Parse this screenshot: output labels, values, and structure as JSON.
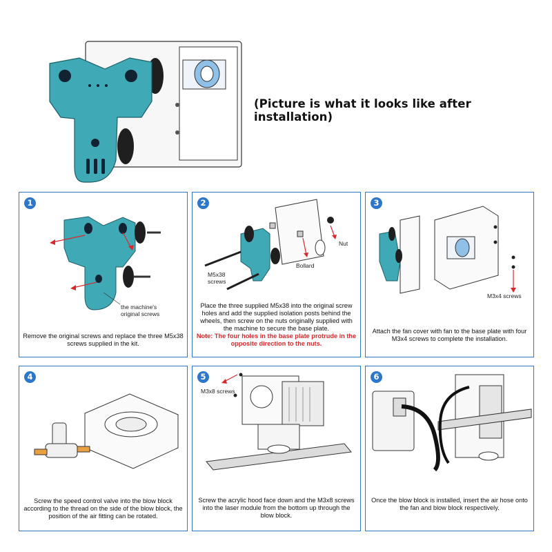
{
  "caption": "(Picture is what it looks like after installation)",
  "colors": {
    "accent": "#2c77c9",
    "part": "#3fa9b5",
    "note": "#d8282b"
  },
  "steps": [
    {
      "number": "1",
      "text": "Remove the original screws and replace the three M5x38 screws supplied in the kit.",
      "labels": {
        "screws": "the machine's original screws"
      }
    },
    {
      "number": "2",
      "text": "Place the three supplied M5x38 into the original screw holes and add the supplied isolation posts behind the wheels,  then screw on the nuts originally supplied with the machine to secure the base plate.",
      "note": "Note: The four holes in the base plate protrude in the opposite direction to the nuts.",
      "labels": {
        "nut": "Nut",
        "bollard": "Bollard",
        "m5": "M5x38 screws"
      }
    },
    {
      "number": "3",
      "text": "Attach the fan cover with fan to the base plate with four M3x4 screws to complete the installation.",
      "labels": {
        "m3x4": "M3x4 screws"
      }
    },
    {
      "number": "4",
      "text": "Screw the speed control valve into the blow block according to the thread on the side of the blow block, the position of the air fitting can be rotated.",
      "labels": {}
    },
    {
      "number": "5",
      "text": "Screw the acrylic hood face down and the M3x8 screws into the laser module from the bottom up through the blow block.",
      "labels": {
        "m3x8": "M3x8 screws"
      }
    },
    {
      "number": "6",
      "text": "Once the blow block is installed, insert the air hose onto the fan and blow block respectively.",
      "labels": {}
    }
  ]
}
